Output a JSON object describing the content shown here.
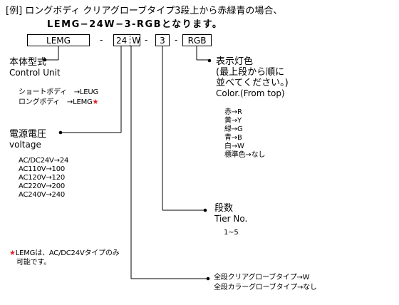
{
  "title_line1": "[例] ロングボディ クリアグローブタイプ3段上から赤緑青の場合、",
  "title_line2": "LEMG−24W−3-RGBとなります。",
  "code": {
    "model": "LEMG",
    "voltage": "24",
    "globe": "W",
    "tier": "3",
    "color": "RGB",
    "sep": "-"
  },
  "control_unit": {
    "heading": "本体型式",
    "heading_en": "Control Unit",
    "short_label": "ショートボディ　→LEUG",
    "long_label": "ロングボディ　→LEMG",
    "star": "★"
  },
  "voltage": {
    "heading": "電源電圧",
    "heading_en": "voltage",
    "items": [
      "AC/DC24V→24",
      "AC110V→100",
      "AC120V→120",
      "AC220V→200",
      "AC240V→240"
    ]
  },
  "note": {
    "star": "★",
    "line1": "LEMGは、AC/DC24Vタイプのみ",
    "line2": "可能です。"
  },
  "color": {
    "heading_line1": "表示灯色",
    "heading_line2": "(最上段から順に",
    "heading_line3": "並べてください。)",
    "heading_en": "Color.(From top)",
    "items": [
      "赤→R",
      "黄→Y",
      "緑→G",
      "青→B",
      "白→W",
      "標準色→なし"
    ]
  },
  "tier": {
    "heading": "段数",
    "heading_en": "Tier No.",
    "range": "1~5"
  },
  "globe": {
    "line1": "全段クリアグローブタイプ→W",
    "line2": "全段カラーグローブタイプ→なし"
  }
}
